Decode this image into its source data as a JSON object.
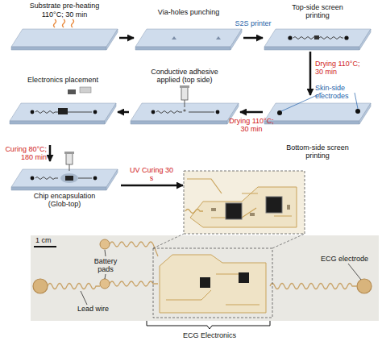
{
  "diagram": {
    "nodes": [
      {
        "text": [
          "Substrate pre-heating",
          "110°C; 30 min"
        ]
      },
      {
        "text": [
          "Via-holes punching"
        ]
      },
      {
        "text": [
          "Top-side screen printing"
        ]
      },
      {
        "text": [
          "Bottom-side screen printing"
        ]
      },
      {
        "text": [
          "Conductive adhesive applied (top side)"
        ]
      },
      {
        "text": [
          "Electronics placement"
        ]
      },
      {
        "text": [
          "Chip encapsulation (Glob-top)"
        ]
      }
    ],
    "edges": [
      {
        "from": 0,
        "to": 1,
        "arrow": "to"
      },
      {
        "from": 1,
        "to": 2,
        "label": "S2S printer",
        "arrow": "to"
      },
      {
        "from": 2,
        "to": 3,
        "label": "Drying 110°C; 30 min",
        "arrow": "to"
      },
      {
        "from": 3,
        "to": 4,
        "label": "Drying 110°C; 30 min",
        "arrow": "to"
      },
      {
        "from": 4,
        "to": 5,
        "arrow": "to"
      },
      {
        "from": 5,
        "to": 6,
        "label": "Curing 80°C; 180 min",
        "arrow": "to"
      }
    ],
    "labels": [
      "Skin-side electrodes",
      "UV Curing 30 s",
      "1 cm",
      "Battery pads",
      "ECG electrode",
      "Lead wire",
      "ECG Electronics"
    ]
  }
}
